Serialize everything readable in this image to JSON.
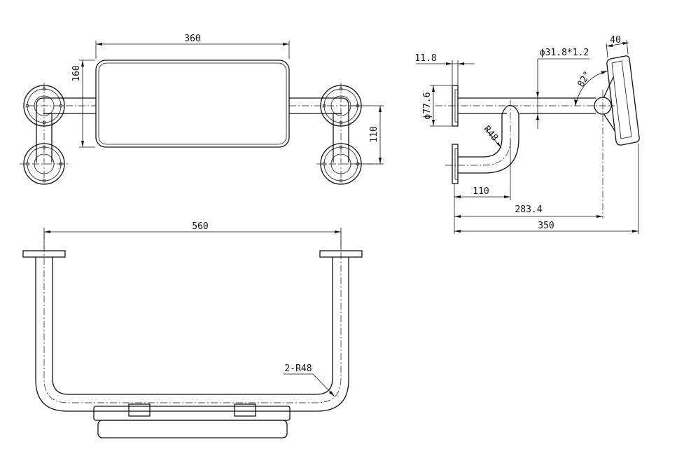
{
  "drawing": {
    "top_view": {
      "dim_width": "360",
      "dim_height": "160",
      "dim_tube_spacing": "110"
    },
    "side_view": {
      "dim_flange_thickness": "11.8",
      "dim_flange_diameter": "ϕ77.6",
      "dim_tube": "ϕ31.8*1.2",
      "dim_angle": "82°",
      "dim_pad_thickness": "40",
      "dim_bend_radius": "R48",
      "dim_bend_offset": "110",
      "dim_pivot_distance": "283.4",
      "dim_total_depth": "350"
    },
    "front_view": {
      "dim_width": "560",
      "dim_bend_radius": "2-R48"
    }
  }
}
